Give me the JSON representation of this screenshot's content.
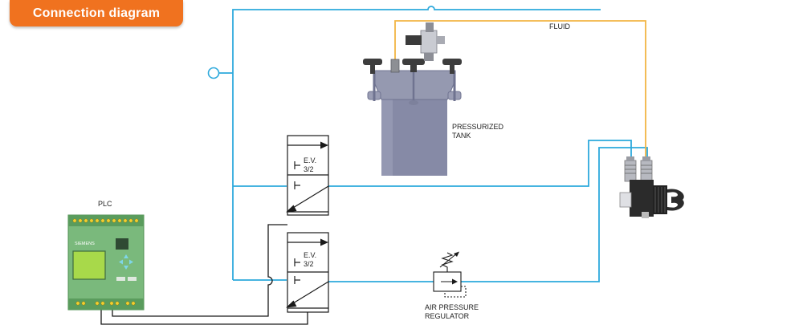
{
  "header": {
    "title": "Connection diagram"
  },
  "labels": {
    "fluid": "FLUID",
    "tank": [
      "PRESSURIZED",
      "TANK"
    ],
    "plc": "PLC",
    "plc_brand": "SIEMENS",
    "valve_top": [
      "E.V.",
      "3/2"
    ],
    "valve_bottom": [
      "E.V.",
      "3/2"
    ],
    "regulator": [
      "AIR PRESSURE",
      "REGULATOR"
    ]
  },
  "colors": {
    "air_line": "#2da9dc",
    "fluid_line": "#f2b544",
    "wire": "#1a1a1a",
    "tank": "#868aa6",
    "plc_body": "#7ab97c",
    "accent": "#f0721f"
  }
}
